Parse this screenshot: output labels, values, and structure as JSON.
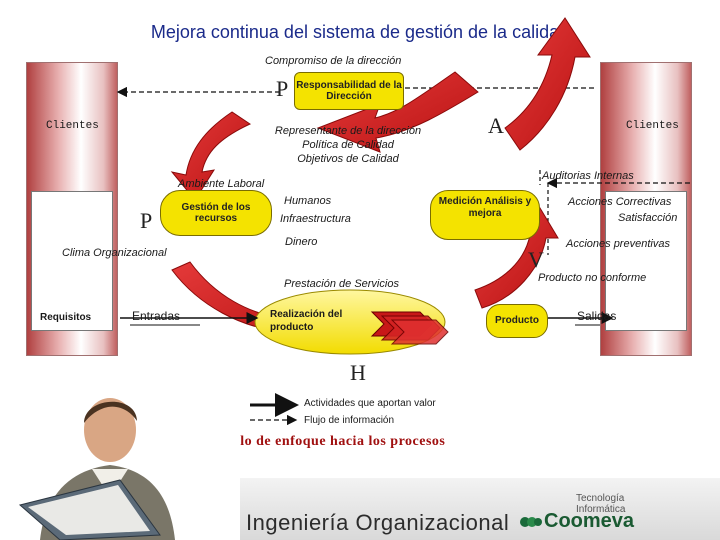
{
  "title": "Mejora continua del sistema de gestión de la calidad",
  "compromiso": "Compromiso de la dirección",
  "letter_p_top": "P",
  "letter_a": "A",
  "letter_p_left": "P",
  "letter_v": "V",
  "letter_h": "H",
  "responsabilidad": "Responsabilidad de la Dirección",
  "clientes_left": "Clientes",
  "clientes_right": "Clientes",
  "representante": [
    "Representante de la dirección",
    "Política de Calidad",
    "Objetivos de Calidad"
  ],
  "auditorias": "Auditorias Internas",
  "ambiente": "Ambiente Laboral",
  "gestion": "Gestión de los recursos",
  "recursos": [
    "Humanos",
    "Infraestructura",
    "Dinero"
  ],
  "medicion": "Medición Análisis y mejora",
  "acciones": [
    "Acciones Correctivas",
    "Satisfacción",
    "Acciones preventivas"
  ],
  "clima": "Clima Organizacional",
  "producto_no_conforme": "Producto no conforme",
  "prestacion": "Prestación de Servicios",
  "requisitos": "Requisitos",
  "entradas": "Entradas",
  "realizacion": "Realización del producto",
  "producto": "Producto",
  "salidas": "Salidas",
  "legend": [
    "Actividades que aportan valor",
    "Flujo de información"
  ],
  "modelo": "Modelo de enfoque hacia los procesos",
  "footer_brand": "Ingeniería Organizacional",
  "footer_logo_top": "Tecnología Informática",
  "footer_logo_main": "Coomeva",
  "colors": {
    "arrow_red": "#d42020",
    "box_yellow": "#f4e300",
    "title_blue": "#1a2a8a"
  }
}
